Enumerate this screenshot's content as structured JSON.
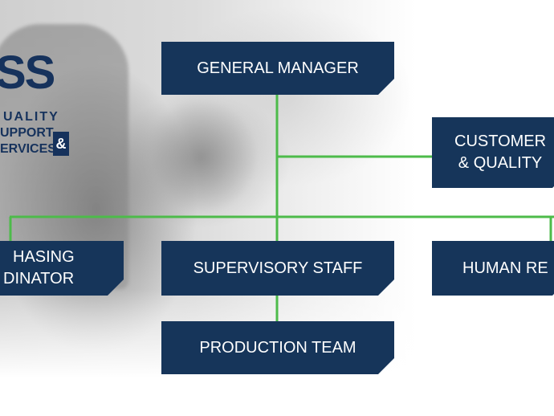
{
  "logo": {
    "mark": "SS",
    "line1": "UALITY",
    "line2": "UPPORT",
    "line3": "ERVICES",
    "ampersand": "&"
  },
  "org": {
    "general_manager": "GENERAL MANAGER",
    "customer_line1": "CUSTOMER",
    "customer_line2": "& QUALITY",
    "purchasing_line1": "HASING",
    "purchasing_line2": "DINATOR",
    "supervisory_staff": "SUPERVISORY STAFF",
    "human_resources": "HUMAN RE",
    "production_team": "PRODUCTION TEAM"
  },
  "colors": {
    "node_fill": "#16355a",
    "connector": "#4dbb4a",
    "logo": "#16325c"
  }
}
